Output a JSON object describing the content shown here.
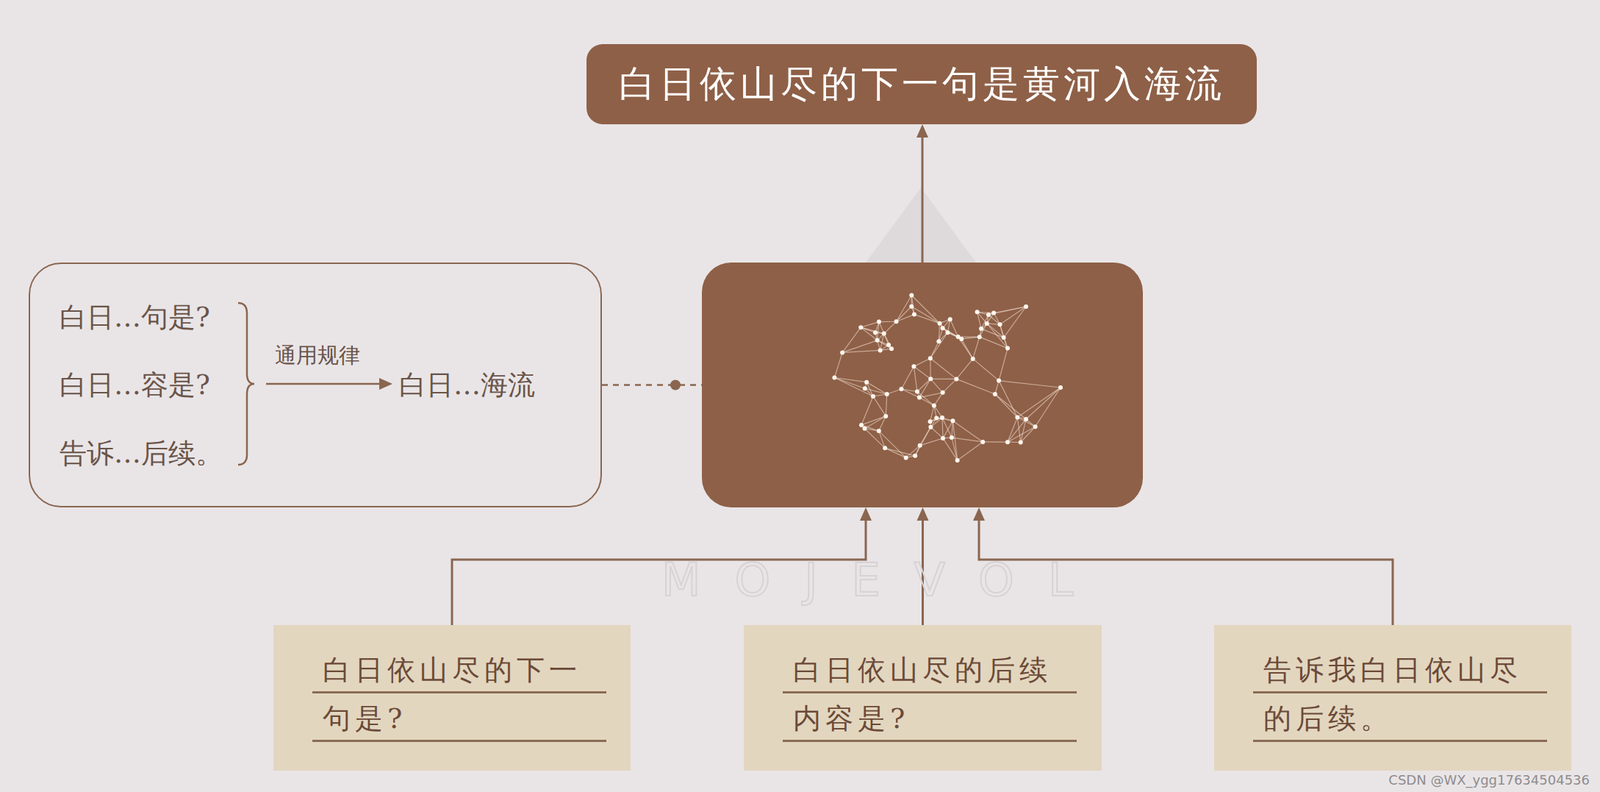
{
  "diagram": {
    "nodes": [
      {
        "text": [
          "白日依山尽的下一句是黄河入海流"
        ]
      },
      {
        "text": [
          "白日…句是?",
          "白日…容是?",
          "告诉…后续。",
          "通用规律",
          "白日…海流"
        ]
      },
      {
        "text": []
      },
      {
        "text": [
          "白日依山尽的下一句是?"
        ]
      },
      {
        "text": [
          "白日依山尽的后续内容是?"
        ]
      },
      {
        "text": [
          "告诉我白日依山尽的后续。"
        ]
      }
    ],
    "edges": [
      {
        "from": 1,
        "to": 2,
        "arrow": "none"
      },
      {
        "from": 2,
        "to": 0,
        "arrow": "to"
      },
      {
        "from": 3,
        "to": 2,
        "arrow": "to"
      },
      {
        "from": 4,
        "to": 2,
        "arrow": "to"
      },
      {
        "from": 5,
        "to": 2,
        "arrow": "to"
      }
    ],
    "labels": [
      "MOJEVOL",
      "CSDN @WX_ygg17634504536"
    ]
  }
}
